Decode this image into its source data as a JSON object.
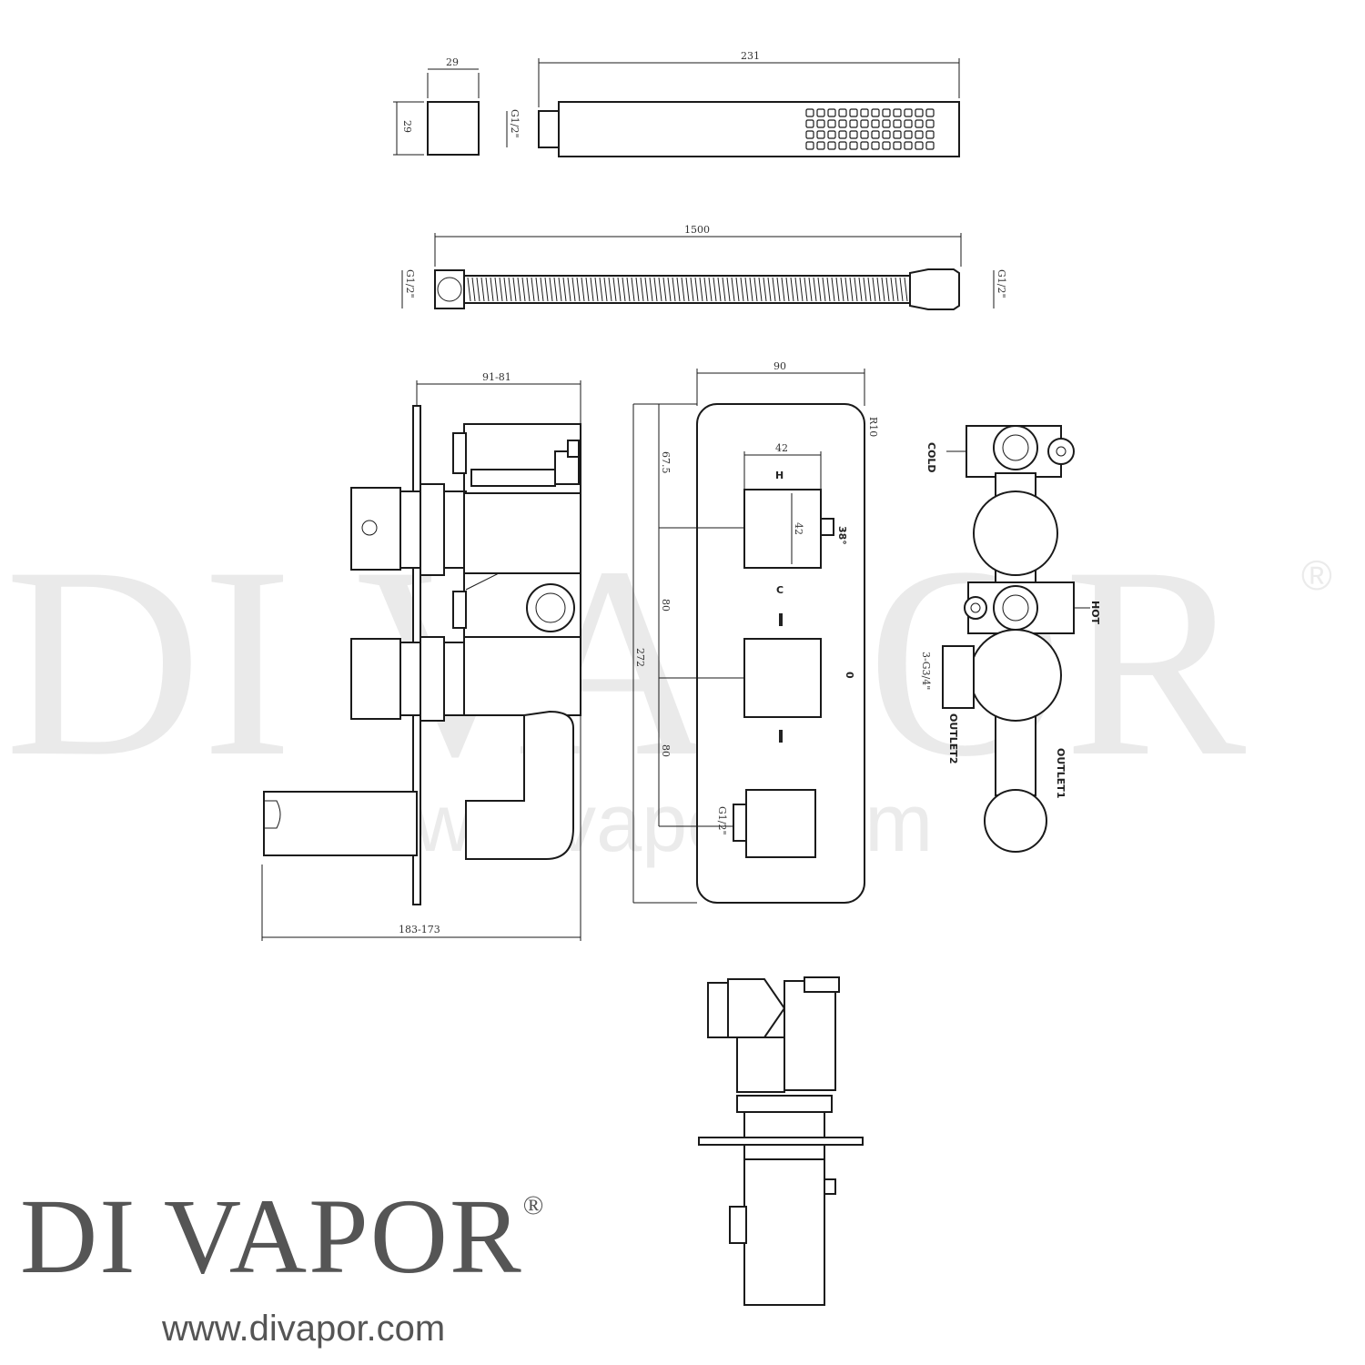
{
  "watermark": {
    "brand": "DI VAPOR",
    "registered": "®",
    "url": "www.divapor.com"
  },
  "logo": {
    "brand": "DI VAPOR",
    "registered": "®",
    "url": "www.divapor.com"
  },
  "dimensions": {
    "holder_width": "29",
    "holder_height": "29",
    "handset_length": "231",
    "handset_thread": "G1/2\"",
    "hose_length": "1500",
    "hose_thread_left": "G1/2\"",
    "hose_thread_right": "G1/2\"",
    "depth_range": "91-81",
    "total_depth_range": "183-173",
    "plate_width": "90",
    "plate_radius": "R10",
    "plate_height": "272",
    "top_offset": "67.5",
    "spacing_1": "80",
    "spacing_2": "80",
    "handle_width": "42",
    "handle_height": "42",
    "outlet_thread": "G1/2\"",
    "body_thread": "3-G3/4\""
  },
  "labels": {
    "hot_mark": "H",
    "cold_mark": "C",
    "temp": "38°",
    "off_mark": "0",
    "cold_inlet": "COLD",
    "hot_inlet": "HOT",
    "outlet_1": "OUTLET1",
    "outlet_2": "OUTLET2"
  }
}
